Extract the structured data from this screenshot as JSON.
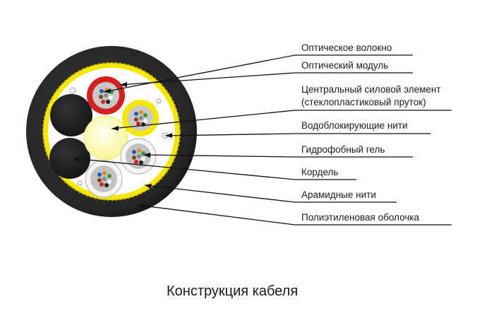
{
  "labels": {
    "optical_fiber": "Оптическое волокно",
    "optical_module": "Оптический модуль",
    "central_member_line1": "Центральный силовой элемент",
    "central_member_line2": "(стеклопластиковый пруток)",
    "water_blocking_threads": "Водоблокирующие нити",
    "hydrophobic_gel": "Гидрофобный гель",
    "cord": "Кордель",
    "aramid_threads": "Арамидные нити",
    "polyethylene_sheath": "Полиэтиленовая оболочка"
  },
  "caption": "Конструкция кабеля",
  "colors": {
    "sheath": "#2a2a2a",
    "aramid": "#f4e800",
    "module_red": "#d42020",
    "module_yellow": "#f4e800",
    "central_member": "#fdfdb0",
    "gel": "#bcbcbc"
  }
}
